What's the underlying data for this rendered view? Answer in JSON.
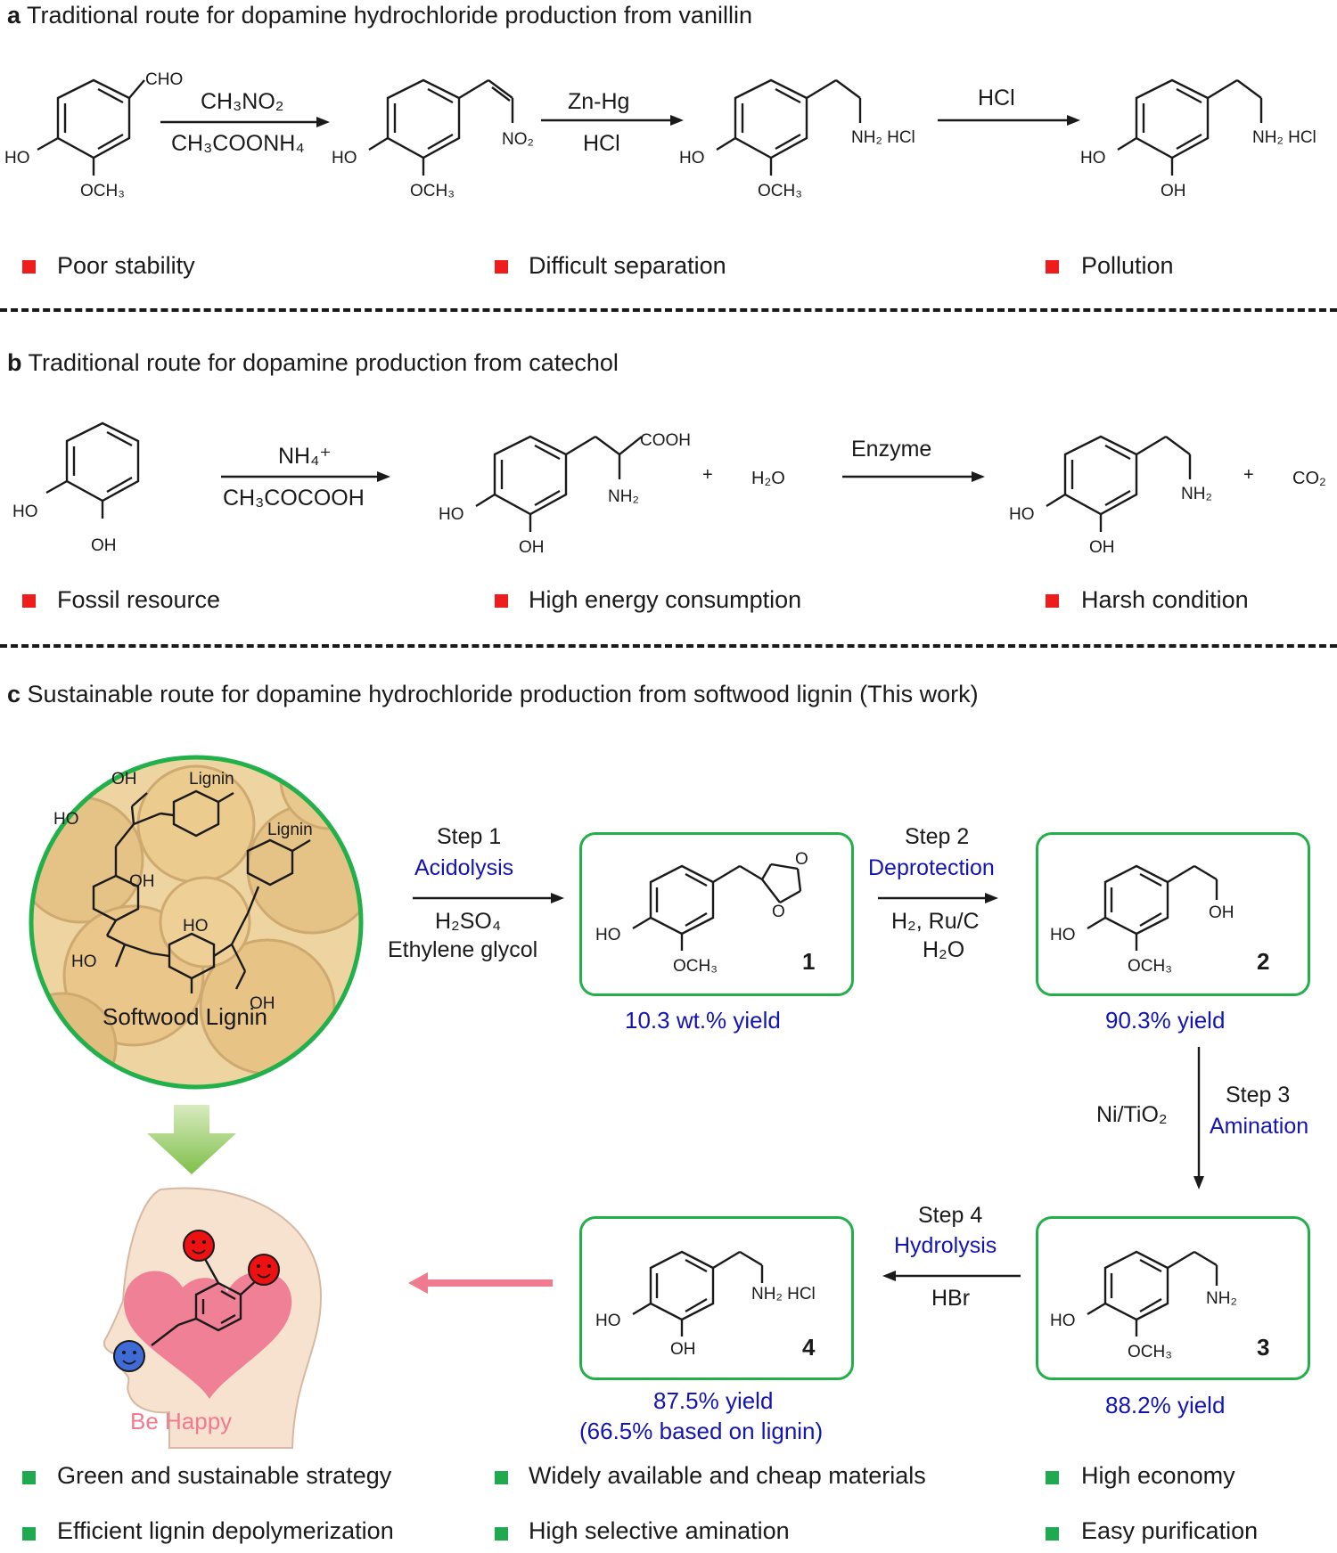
{
  "panel_a": {
    "letter": "a",
    "title": "Traditional route for dopamine hydrochloride production from vanillin",
    "reagent1_top": "CH₃NO₂",
    "reagent1_bottom": "CH₃COONH₄",
    "reagent2_top": "Zn-Hg",
    "reagent2_bottom": "HCl",
    "reagent3_top": "HCl",
    "drawbacks": [
      "Poor stability",
      "Difficult separation",
      "Pollution"
    ],
    "labels": {
      "cho": "CHO",
      "ho": "HO",
      "och3": "OCH₃",
      "no2": "NO₂",
      "nh2hcl": "NH₂ HCl",
      "oh": "OH"
    }
  },
  "panel_b": {
    "letter": "b",
    "title": "Traditional route for dopamine production from catechol",
    "reagent1_top": "NH₄⁺",
    "reagent1_bottom": "CH₃COCOOH",
    "reagent2_top": "Enzyme",
    "plus1": "+",
    "water": "H₂O",
    "plus2": "+",
    "co2": "CO₂",
    "drawbacks": [
      "Fossil resource",
      "High energy consumption",
      "Harsh condition"
    ],
    "labels": {
      "ho": "HO",
      "oh": "OH",
      "cooh": "COOH",
      "nh2": "NH₂"
    }
  },
  "panel_c": {
    "letter": "c",
    "title": "Sustainable route for dopamine hydrochloride production from softwood lignin (This work)",
    "lignin_label": "Softwood Lignin",
    "lignin_tag": "Lignin",
    "step1": {
      "step": "Step 1",
      "name": "Acidolysis",
      "reagent1": "H₂SO₄",
      "reagent2": "Ethylene glycol"
    },
    "step2": {
      "step": "Step 2",
      "name": "Deprotection",
      "reagent1": "H₂, Ru/C",
      "reagent2": "H₂O"
    },
    "step3": {
      "step": "Step 3",
      "name": "Amination",
      "reagent1": "Ni/TiO₂"
    },
    "step4": {
      "step": "Step 4",
      "name": "Hydrolysis",
      "reagent1": "HBr"
    },
    "compounds": [
      {
        "number": "1",
        "yield": "10.3 wt.% yield"
      },
      {
        "number": "2",
        "yield": "90.3% yield"
      },
      {
        "number": "3",
        "yield": "88.2% yield"
      },
      {
        "number": "4",
        "yield": "87.5% yield",
        "yield2": "(66.5% based on lignin)"
      }
    ],
    "be_happy": "Be Happy",
    "advantages": [
      "Green and sustainable strategy",
      "Widely available and cheap materials",
      "High economy",
      "Efficient lignin depolymerization",
      "High selective amination",
      "Easy purification"
    ],
    "labels": {
      "ho": "HO",
      "oh": "OH",
      "och3": "OCH₃",
      "nh2": "NH₂",
      "nh2hcl": "NH₂ HCl",
      "o": "O"
    }
  },
  "colors": {
    "drawback": "#ee1c1c",
    "advantage": "#1faa4f",
    "accent_blue": "#1414b4",
    "box_green": "#22b04b",
    "pink": "#f07a8e"
  }
}
